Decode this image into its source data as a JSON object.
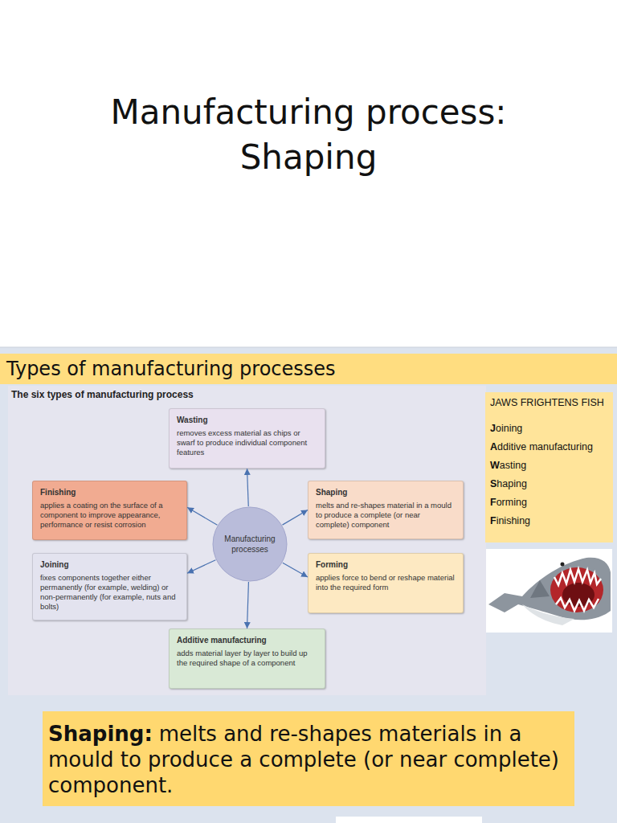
{
  "diagram": {
    "title": "Manufacturing process: Shaping",
    "nodes": [
      {
        "text": [
          "Types of manufacturing processes"
        ]
      },
      {
        "text": [
          "The six types of manufacturing process"
        ]
      },
      {
        "text": [
          "Wasting",
          "removes excess material as chips or swarf to produce individual component features"
        ],
        "in": 1
      },
      {
        "text": [
          "Finishing",
          "applies a coating on the surface of a component to improve appearance, performance or resist corrosion"
        ],
        "in": 1
      },
      {
        "text": [
          "Manufacturing processes"
        ],
        "in": 1
      },
      {
        "text": [
          "Shaping",
          "melts and re-shapes material in a mould to produce a complete (or near complete) component"
        ],
        "in": 1
      },
      {
        "text": [
          "Joining",
          "fixes components together either permanently (for example, welding) or non-permanently (for example, nuts and bolts)"
        ],
        "in": 1
      },
      {
        "text": [
          "Forming",
          "applies force to bend or reshape material into the required form"
        ],
        "in": 1
      },
      {
        "text": [
          "Additive manufacturing",
          "adds material layer by layer to build up the required shape of a component"
        ],
        "in": 1
      },
      {
        "text": [
          "JAWS FRIGHTENS FISH",
          "Joining",
          "Additive manufacturing",
          "Wasting",
          "Shaping",
          "Forming",
          "Finishing"
        ]
      },
      {
        "text": [
          "Shaping:",
          "melts and re-shapes materials in a mould to produce a complete (or near complete) component."
        ]
      }
    ],
    "edges": [
      {
        "from": 4,
        "to": 2,
        "arrow": "to"
      },
      {
        "from": 4,
        "to": 5,
        "arrow": "to"
      },
      {
        "from": 4,
        "to": 7,
        "arrow": "to"
      },
      {
        "from": 4,
        "to": 8,
        "arrow": "to"
      },
      {
        "from": 4,
        "to": 6,
        "arrow": "to"
      },
      {
        "from": 4,
        "to": 3,
        "arrow": "to"
      }
    ]
  }
}
